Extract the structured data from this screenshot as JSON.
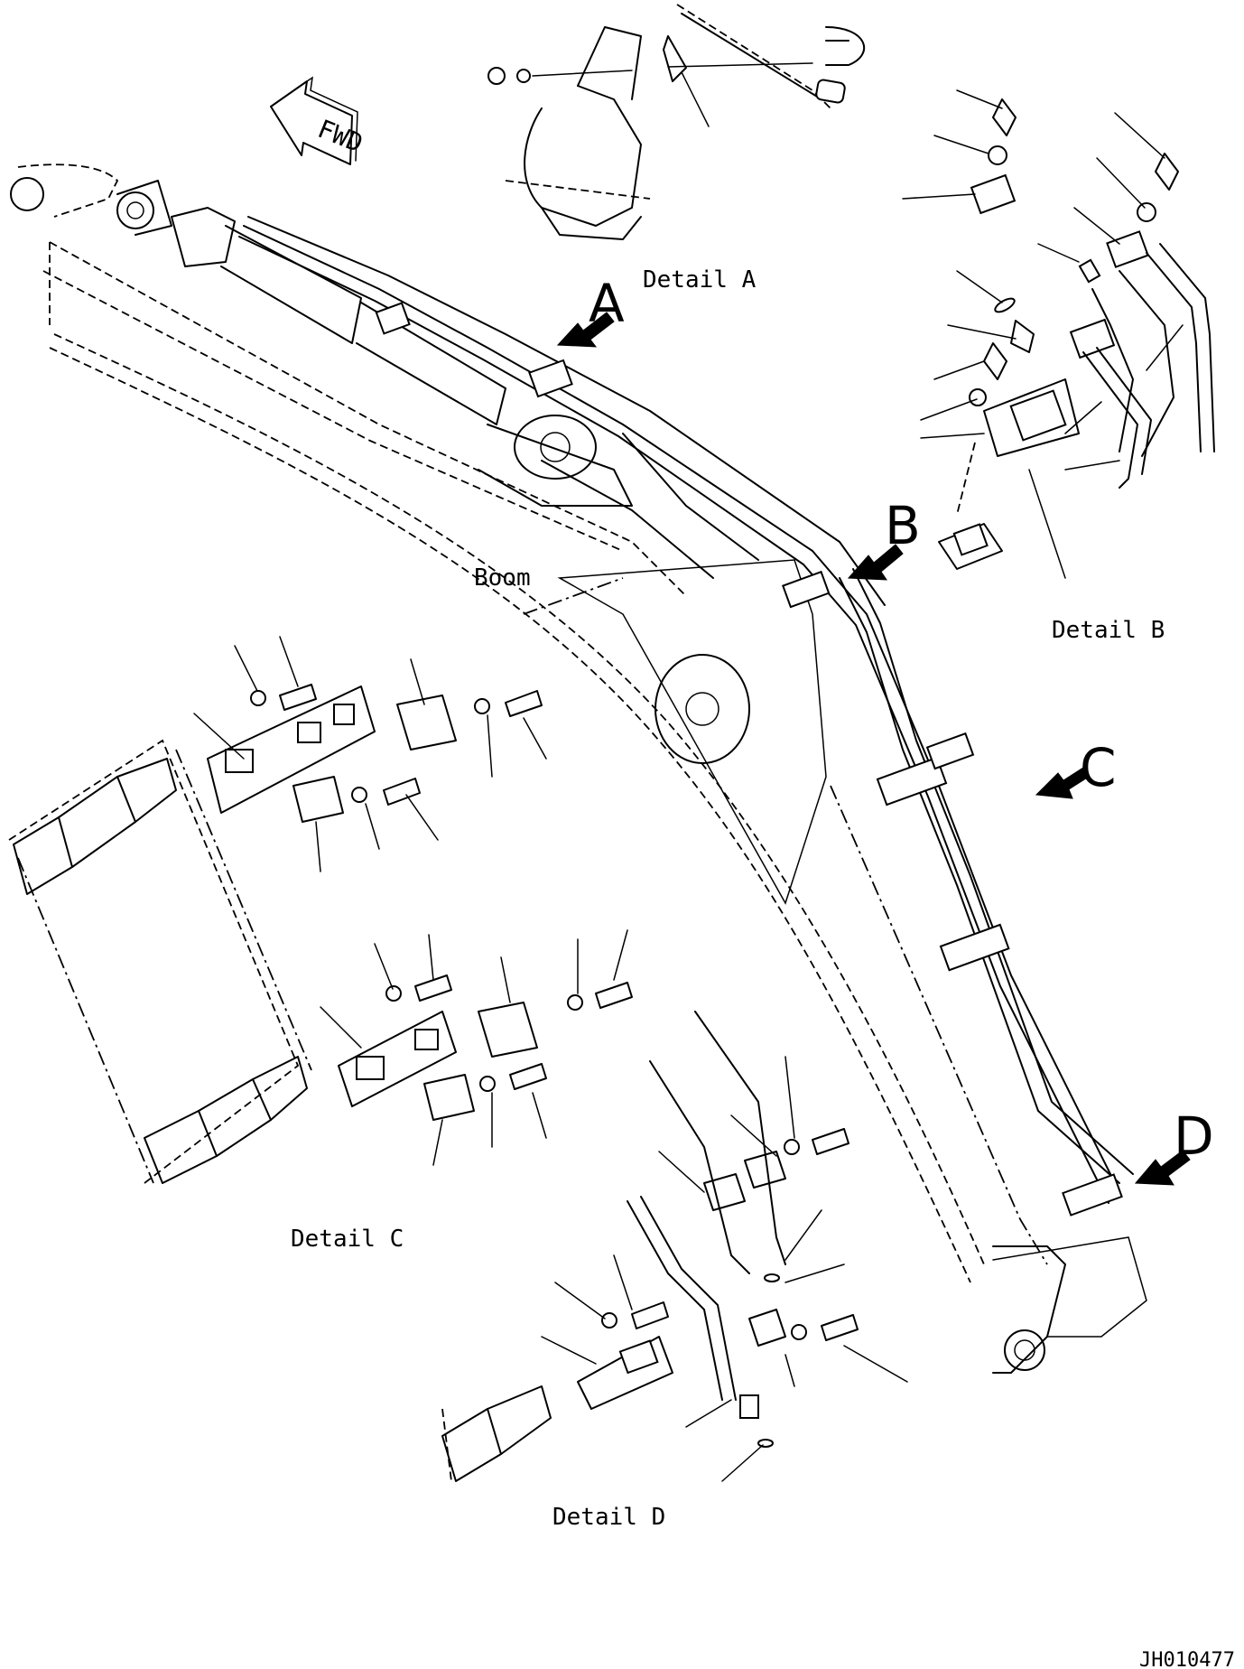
{
  "labels": {
    "fwd": "FWD",
    "boom": "Boom",
    "detail_a": "Detail A",
    "detail_b": "Detail B",
    "detail_c": "Detail C",
    "detail_d": "Detail D",
    "callout_a": "A",
    "callout_b": "B",
    "callout_c": "C",
    "callout_d": "D",
    "drawing_number": "JH010477"
  }
}
